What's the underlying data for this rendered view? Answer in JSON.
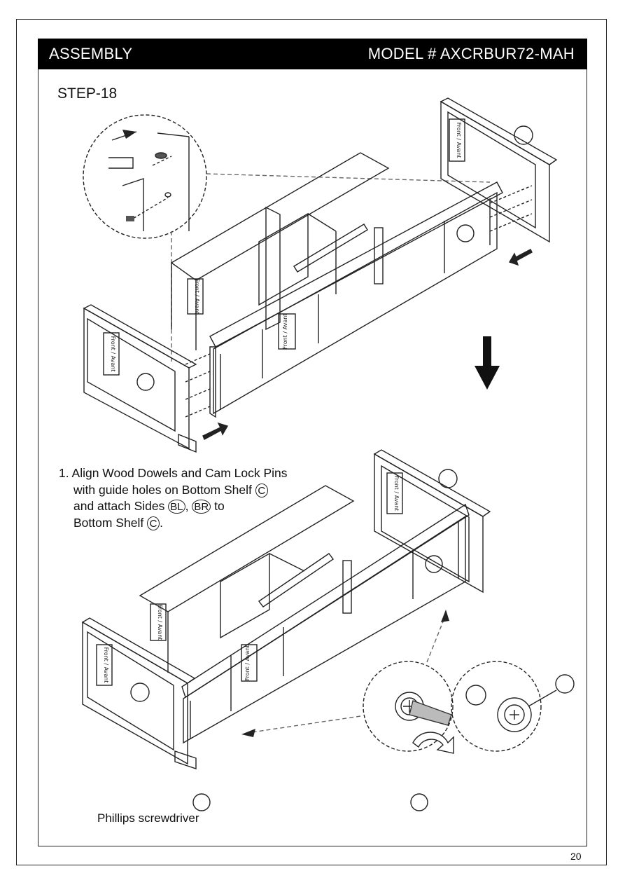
{
  "header": {
    "left": "ASSEMBLY",
    "right": "MODEL # AXCRBUR72-MAH"
  },
  "step": {
    "title": "STEP-18"
  },
  "instruction": {
    "number": "1.",
    "line1": "Align Wood Dowels and Cam Lock Pins",
    "line2_pre": "with guide holes on Bottom Shelf",
    "part_c": "C",
    "line3_pre": "and attach Sides",
    "part_bl": "BL",
    "sep": ",",
    "part_br": "BR",
    "line3_post": "to",
    "line4_pre": "Bottom Shelf",
    "period": "."
  },
  "panel_label": "Front / Avant",
  "tool": {
    "label": "Phillips screwdriver"
  },
  "page_number": "20"
}
